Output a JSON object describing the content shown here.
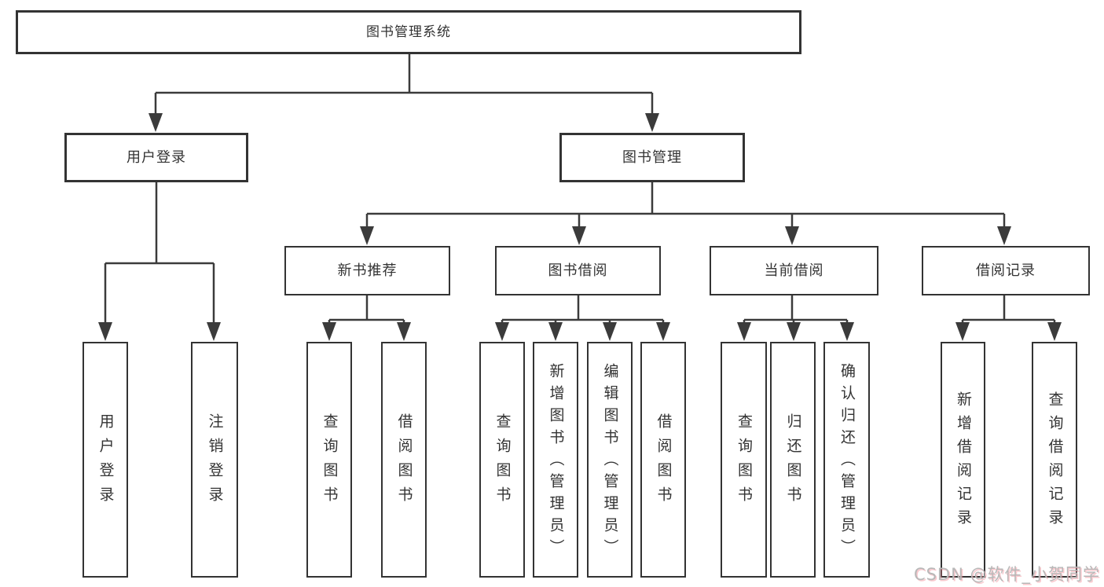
{
  "diagram": {
    "root": {
      "label": "图书管理系统"
    },
    "level2": [
      {
        "label": "用户登录"
      },
      {
        "label": "图书管理"
      }
    ],
    "level3": [
      {
        "label": "新书推荐"
      },
      {
        "label": "图书借阅"
      },
      {
        "label": "当前借阅"
      },
      {
        "label": "借阅记录"
      }
    ],
    "leaves": [
      {
        "label": "用户登录"
      },
      {
        "label": "注销登录"
      },
      {
        "label": "查询图书"
      },
      {
        "label": "借阅图书"
      },
      {
        "label": "查询图书"
      },
      {
        "label": "新增图书（管理员）"
      },
      {
        "label": "编辑图书（管理员）"
      },
      {
        "label": "借阅图书"
      },
      {
        "label": "查询图书"
      },
      {
        "label": "归还图书"
      },
      {
        "label": "确认归还（管理员）"
      },
      {
        "label": "新增借阅记录"
      },
      {
        "label": "查询借阅记录"
      }
    ]
  },
  "watermark": {
    "text": "CSDN @软件_小贺同学"
  },
  "colors": {
    "line": "#3b3b3b",
    "box_border": "#333333",
    "text": "#333333",
    "background": "#ffffff",
    "watermark_text": "#b8b8b8"
  }
}
